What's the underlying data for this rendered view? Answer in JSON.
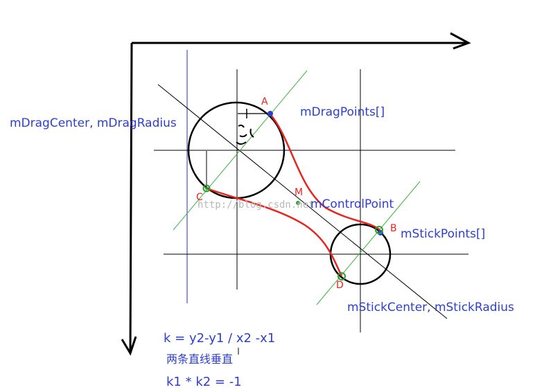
{
  "colors": {
    "axis": "#000000",
    "guide": "#000000",
    "circle": "#000000",
    "bezier": "#e8241e",
    "tangent_line": "#3cb43c",
    "vertical_blue": "#2b2bc8",
    "label_blue": "#2d3fcf",
    "label_red": "#e8241e",
    "point_blue": "#2d3fcf",
    "point_green": "#2ca02c",
    "watermark": "#b8b8b8"
  },
  "labels": {
    "drag_center": "mDragCenter, mDragRadius",
    "drag_points": "mDragPoints[]",
    "control_point": "mControlPoint",
    "stick_points": "mStickPoints[]",
    "stick_center": "mStickCenter, mStickRadius"
  },
  "points": {
    "A": "A",
    "B": "B",
    "C": "C",
    "D": "D",
    "M": "M"
  },
  "formulas": {
    "slope": "k = y2-y1 / x2 -x1",
    "perpendicular_cn": "两条直线垂直",
    "product": "k1 * k2 = -1"
  },
  "watermark": "http://blog.csdn.net"
}
